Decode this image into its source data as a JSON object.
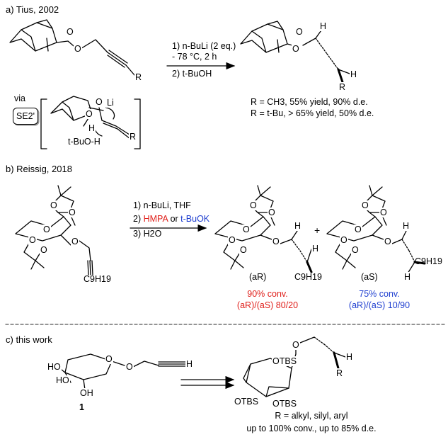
{
  "section_a": {
    "label": "a) Tius, 2002",
    "step1": "1) n-BuLi (2 eq.)",
    "step1b": "- 78 °C, 2 h",
    "step2": "2) t-BuOH",
    "via": "via",
    "mechanism": "SE2'",
    "proton_source": "t-BuO-H",
    "li": "Li",
    "r_label": "R",
    "h_label": "H",
    "result1": "R = CH3, 55% yield, 90% d.e.",
    "result2": "R = t-Bu, > 65% yield, 50% d.e."
  },
  "section_b": {
    "label": "b) Reissig, 2018",
    "step1": "1) n-BuLi, THF",
    "step2_prefix": "2) ",
    "step2_hmpa": "HMPA",
    "step2_or": " or ",
    "step2_tbuok": "t-BuOK",
    "step3": "3) H2O",
    "plus": "+",
    "product1_label": "(aR)",
    "product2_label": "(aS)",
    "substituent": "C9H19",
    "result1_conv": "90% conv.",
    "result1_ratio": "(aR)/(aS) 80/20",
    "result2_conv": "75% conv.",
    "result2_ratio": "(aR)/(aS) 10/90",
    "colors": {
      "red": "#e0201b",
      "blue": "#1f3fd0"
    }
  },
  "section_c": {
    "label": "c) this work",
    "compound_number": "1",
    "otbs": "OTBS",
    "h_label": "H",
    "r_label": "R",
    "result1": "R = alkyl, silyl, aryl",
    "result2": "up to 100% conv., up to 85% d.e."
  },
  "atoms": {
    "O": "O",
    "OH": "OH",
    "HO": "HO",
    "H": "H"
  }
}
